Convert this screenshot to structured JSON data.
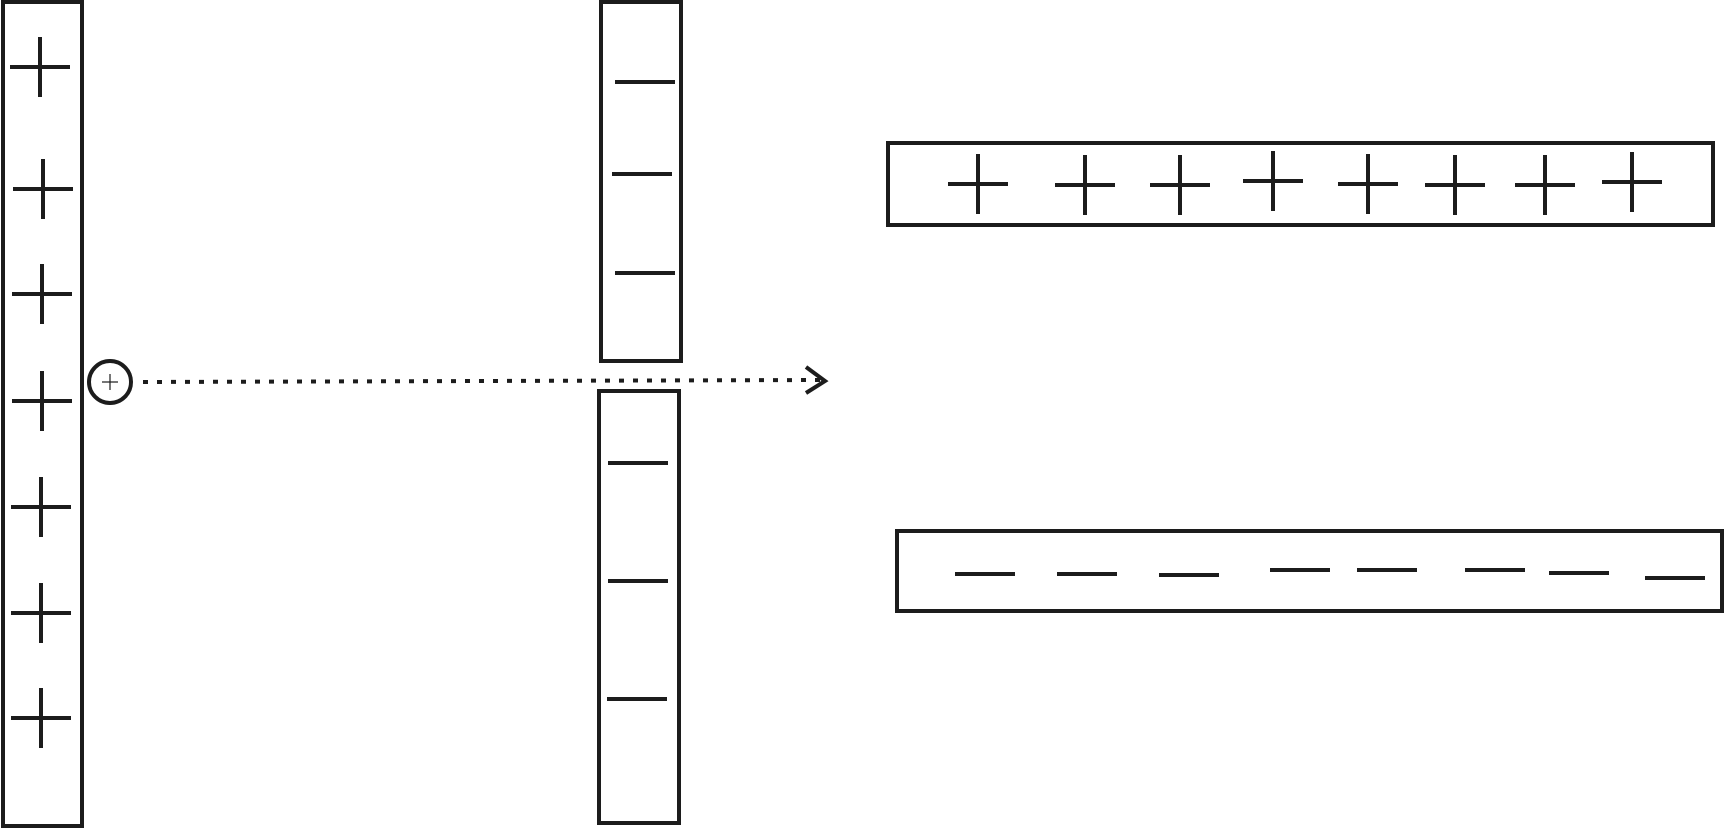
{
  "diagram": {
    "left_column": {
      "sign": "+",
      "count": 7
    },
    "middle_upper_column": {
      "sign": "-",
      "count": 3
    },
    "middle_lower_column": {
      "sign": "-",
      "count": 3
    },
    "right_upper_row": {
      "sign": "+",
      "count": 8
    },
    "right_lower_row": {
      "sign": "-",
      "count": 8
    },
    "probe": {
      "sign": "+"
    },
    "arrow": {
      "style": "dotted",
      "direction": "right"
    },
    "colors": {
      "stroke": "#1c1c1c",
      "background": "#ffffff"
    }
  }
}
